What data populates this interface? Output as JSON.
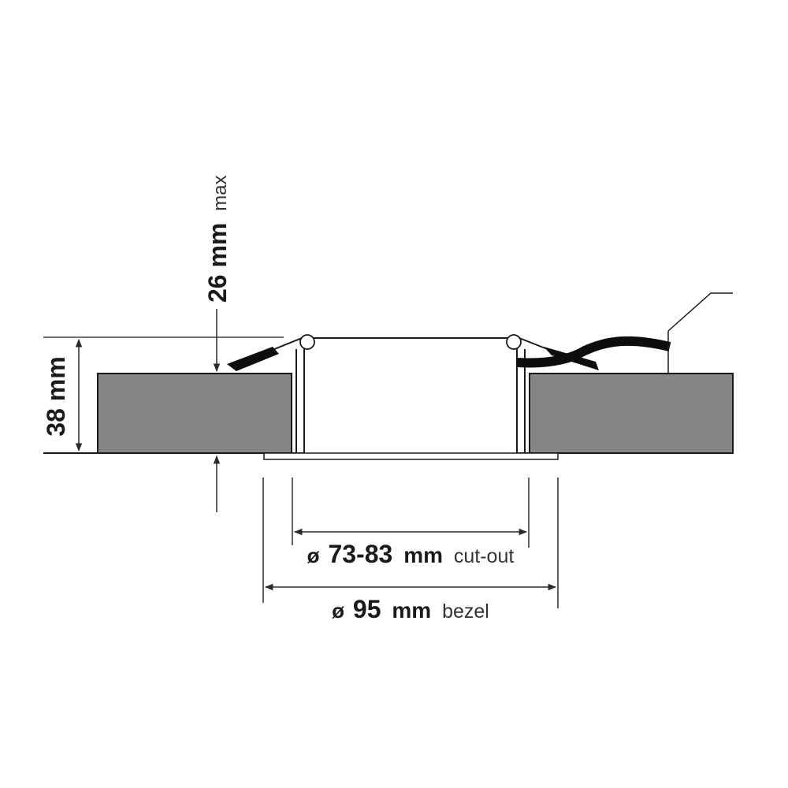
{
  "dimensions": {
    "depth_value": "38 mm",
    "clearance_value": "26 mm",
    "clearance_suffix": "max",
    "cutout_prefix": "ø",
    "cutout_value": "73-83",
    "cutout_unit": "mm",
    "cutout_suffix": "cut-out",
    "bezel_prefix": "ø",
    "bezel_value": "95",
    "bezel_unit": "mm",
    "bezel_suffix": "bezel"
  },
  "colors": {
    "panel": "#858585",
    "line": "#1a1a1a",
    "arrow": "#2a2a2a",
    "background": "#ffffff"
  }
}
